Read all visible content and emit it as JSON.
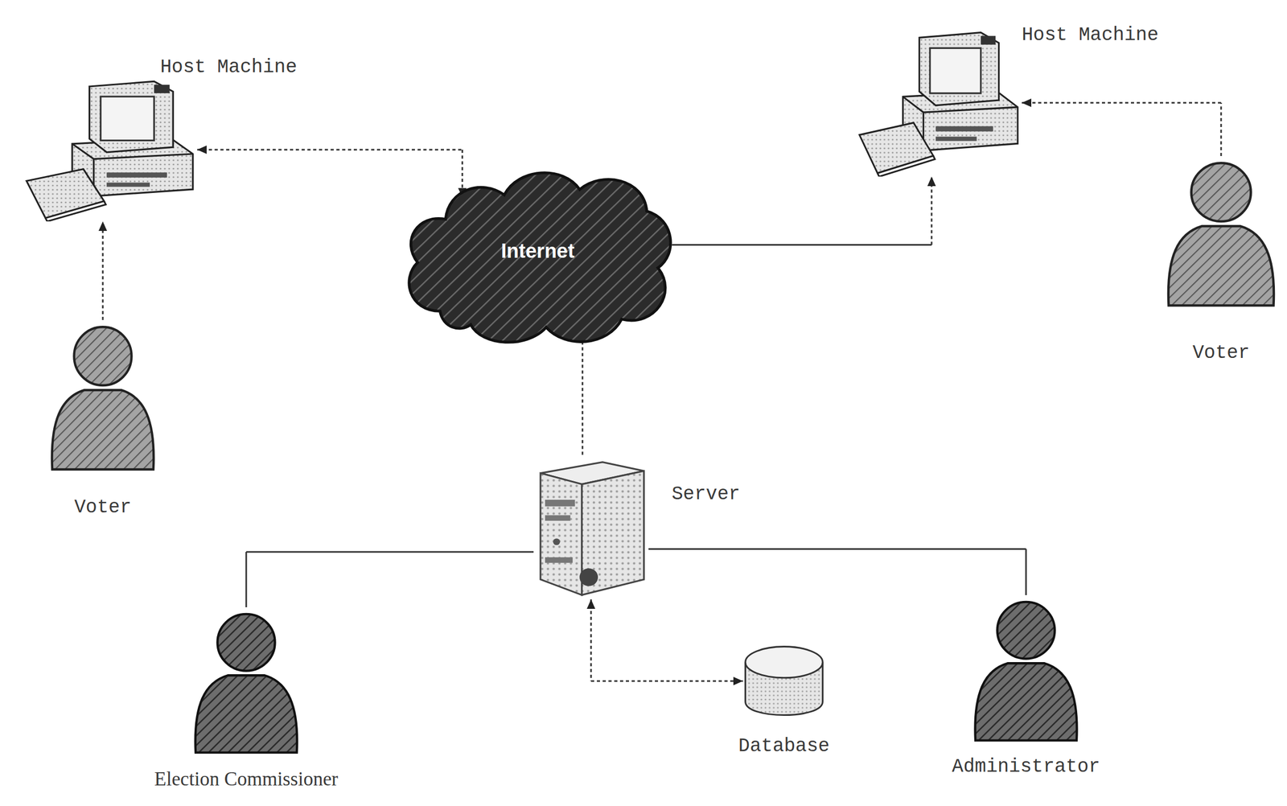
{
  "diagram": {
    "nodes": [
      {
        "text": [
          "Host Machine"
        ]
      },
      {
        "text": [
          "Host Machine"
        ]
      },
      {
        "text": [
          "Internet"
        ]
      },
      {
        "text": [
          "Voter"
        ]
      },
      {
        "text": [
          "Voter"
        ]
      },
      {
        "text": [
          "Server"
        ]
      },
      {
        "text": [
          "Election Commissioner"
        ]
      },
      {
        "text": [
          "Database"
        ]
      },
      {
        "text": [
          "Administrator"
        ]
      }
    ],
    "edges": [
      {
        "from": 0,
        "to": 2,
        "arrow": "both"
      },
      {
        "from": 3,
        "to": 0,
        "arrow": "to"
      },
      {
        "from": 2,
        "to": 1,
        "arrow": "to"
      },
      {
        "from": 4,
        "to": 1,
        "arrow": "to"
      },
      {
        "from": 2,
        "to": 5,
        "arrow": "none"
      },
      {
        "from": 5,
        "to": 7,
        "arrow": "both"
      },
      {
        "from": 6,
        "to": 5,
        "arrow": "none"
      },
      {
        "from": 8,
        "to": 5,
        "arrow": "none"
      }
    ]
  }
}
